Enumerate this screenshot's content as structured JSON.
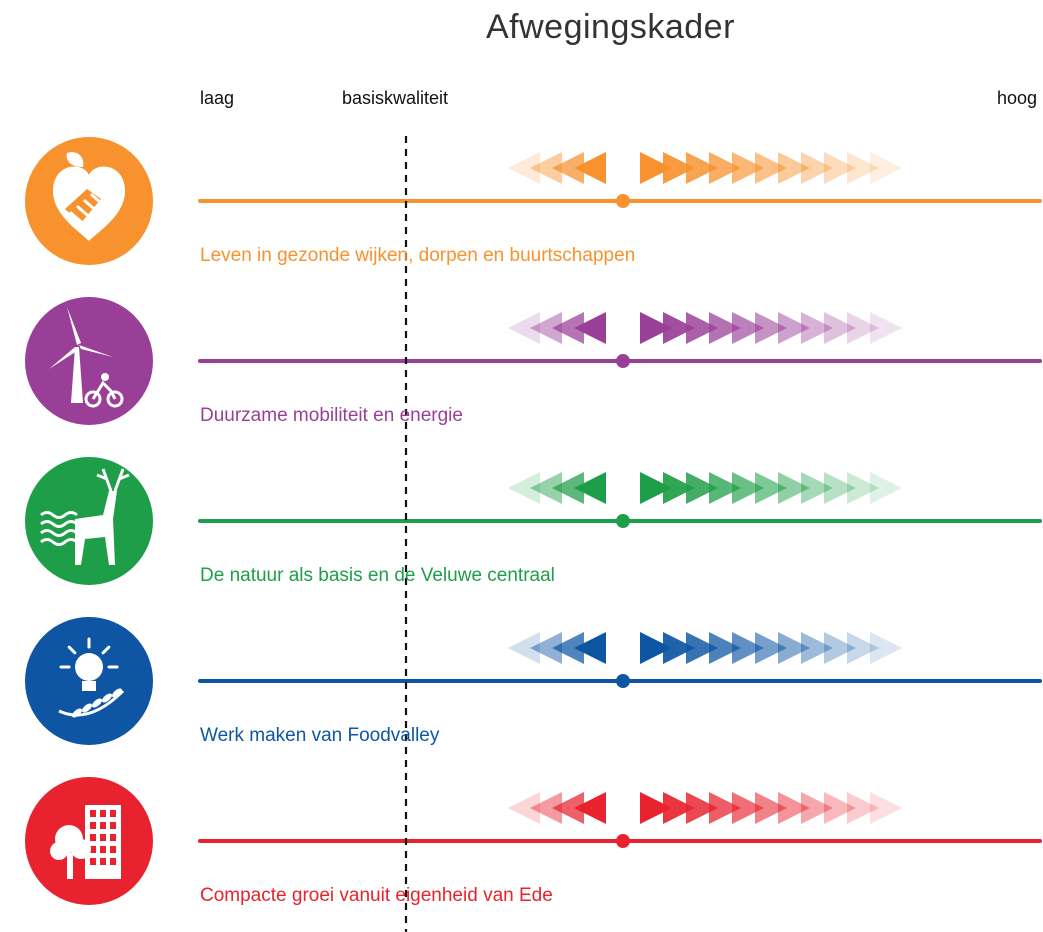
{
  "title": "Afwegingskader",
  "scale": {
    "low": "laag",
    "baseline": "basiskwaliteit",
    "high": "hoog"
  },
  "rows": [
    {
      "label": "Leven in gezonde wijken, dorpen en buurtschappen",
      "color": "#F7922E",
      "icon": "apple-handshake-icon"
    },
    {
      "label": "Duurzame mobiliteit en energie",
      "color": "#9A3F98",
      "icon": "wind-turbine-cyclist-icon"
    },
    {
      "label": "De natuur als basis en de Veluwe centraal",
      "color": "#1E9E48",
      "icon": "deer-water-icon"
    },
    {
      "label": "Werk maken van Foodvalley",
      "color": "#0E56A4",
      "icon": "lightbulb-leaves-icon"
    },
    {
      "label": "Compacte groei vanuit eigenheid van Ede",
      "color": "#E8232F",
      "icon": "building-tree-icon"
    }
  ]
}
